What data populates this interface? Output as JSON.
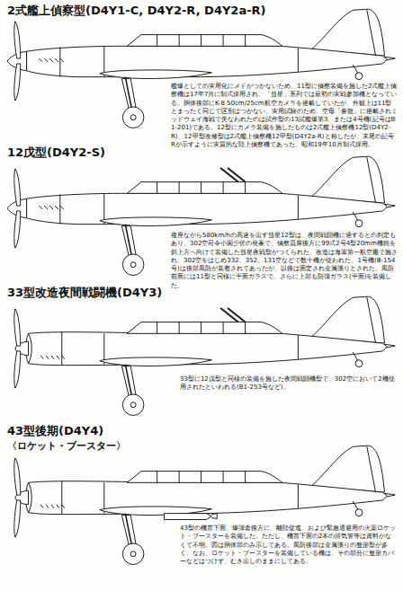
{
  "diagram": {
    "labels": [
      "2式艦上偵察型(D4Y1-C, D4Y2-R, D4Y2a-R)",
      "艦爆としての実用化にメドがつかないため、11型に偵察装備を施した2式艦上偵察機は17年7月に制式採用され、「彗星」系列では最初の実戦参加機となっている。胴体後部にK-8 50cm/25cm航空カメラを搭載していたが、外観上は11型とまったく同じで区別はつかない。実用試験のため、空母「蒼龍」に搭載されミッドウェイ海戦で失なわれたのは試作型の13試艦爆第3、または4号機(記号はB1-201)である。12型にカメラ装備を施したものは2式艦上偵察機12型(D4Y2-R)、12甲型改修型は2式艦上偵察機12甲型(D4Y2a-R)と称したが、末尾の記号Rが示すように実質的な陸上偵察機であった。昭和19年10月制式採用。",
      "12戊型(D4Y2-S)",
      "複座ながら580km/hの高速を出す彗星12型は、夜間戦闘機に適するとの判定もあり、302空司令小園少佐の発案で、偵察員席後方に99式2号4型20mm機銃を斜上方へ向けて装備した彗星夜戦型がつくられた。改造は海軍第一航空廠で施され、302空をはじめ332、352、131空などで数十機が使われた。1号機(Ⅲ-154号)は後部風防が装着されてあったが、以後は固定され金属張りとされた。風防前面には11型と同様に平面ガラスで、さらに上部も防弾ガラス(平面)を装備した。",
      "33型改造夜間戦闘機(D4Y3)",
      "33型に12戊型と同様の装備を施した夜間戦闘機型で、302空において2機使用されたといわれる(B1-253号など)。",
      "43型後期(D4Y4)",
      "〈ロケット・ブースター〉",
      "43型の機首下面、爆弾倉後方に、離陸促進、および緊急退避用の火薬ロケット・ブースターを装備した。ただし、機首下面の2本の排気管等は資料がなくて不明。図は胴体部のみ示してある。風防後部は金属張りの整形型が多く、なお、ロケット・ブースターを装備している機は、その部分に整形カバーなどはつけず、むき出しのままにしてある。"
    ]
  }
}
